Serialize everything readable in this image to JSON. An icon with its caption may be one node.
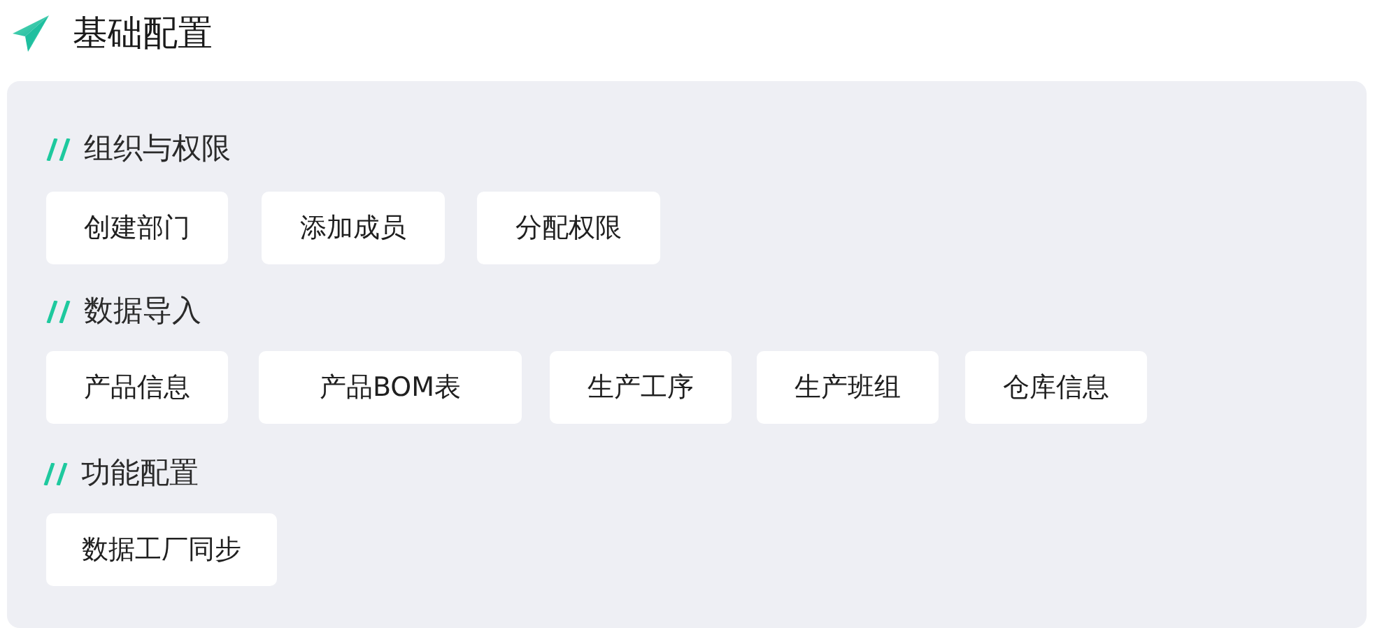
{
  "diagram": {
    "title": "基础配置",
    "nodes": [
      {
        "text": [],
        "shape": "box"
      },
      {
        "text": [
          "创建部门"
        ],
        "in": 0
      },
      {
        "text": [
          "添加成员"
        ],
        "in": 0
      },
      {
        "text": [
          "分配权限"
        ],
        "in": 0
      },
      {
        "text": [
          "产品信息"
        ],
        "in": 0
      },
      {
        "text": [
          "产品BOM表"
        ],
        "in": 0
      },
      {
        "text": [
          "生产工序"
        ],
        "in": 0
      },
      {
        "text": [
          "生产班组"
        ],
        "in": 0
      },
      {
        "text": [
          "仓库信息"
        ],
        "in": 0
      },
      {
        "text": [
          "数据工厂同步"
        ],
        "in": 0
      }
    ],
    "labels": [
      "组织与权限",
      "数据导入",
      "功能配置"
    ]
  }
}
